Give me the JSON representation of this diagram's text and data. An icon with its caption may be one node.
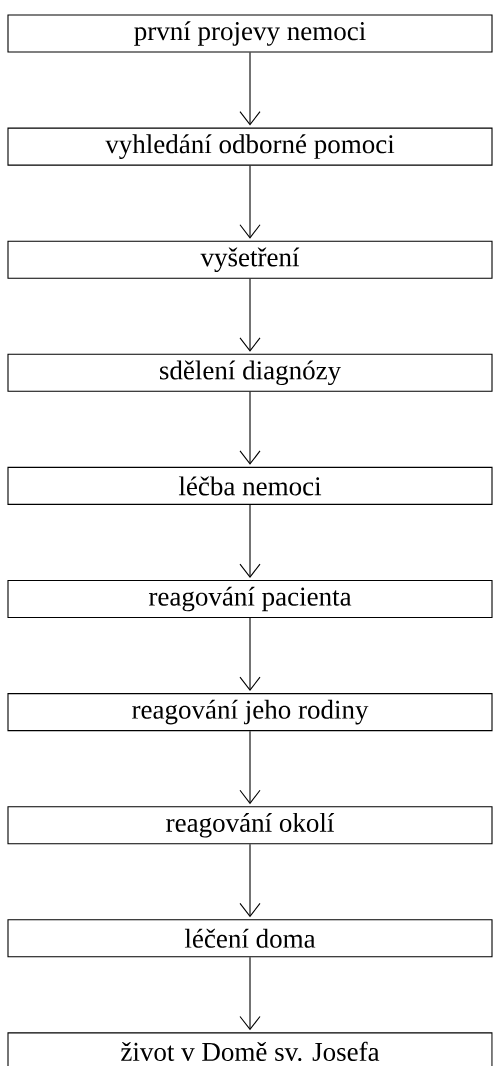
{
  "diagram": {
    "nodes": [
      {
        "text": [
          "první projevy nemoci"
        ]
      },
      {
        "text": [
          "vyhledání odborné pomoci"
        ]
      },
      {
        "text": [
          "vyšetření"
        ]
      },
      {
        "text": [
          "sdělení diagnózy"
        ]
      },
      {
        "text": [
          "léčba nemoci"
        ]
      },
      {
        "text": [
          "reagování pacienta"
        ]
      },
      {
        "text": [
          "reagování jeho rodiny"
        ]
      },
      {
        "text": [
          "reagování okolí"
        ]
      },
      {
        "text": [
          "léčení doma"
        ]
      },
      {
        "text": [
          "život v Domě sv. Josefa"
        ]
      }
    ],
    "edges": [
      {
        "from": 0,
        "to": 1,
        "arrow": "to"
      },
      {
        "from": 1,
        "to": 2,
        "arrow": "to"
      },
      {
        "from": 2,
        "to": 3,
        "arrow": "to"
      },
      {
        "from": 3,
        "to": 4,
        "arrow": "to"
      },
      {
        "from": 4,
        "to": 5,
        "arrow": "to"
      },
      {
        "from": 5,
        "to": 6,
        "arrow": "to"
      },
      {
        "from": 6,
        "to": 7,
        "arrow": "to"
      },
      {
        "from": 7,
        "to": 8,
        "arrow": "to"
      },
      {
        "from": 8,
        "to": 9,
        "arrow": "to"
      }
    ]
  }
}
